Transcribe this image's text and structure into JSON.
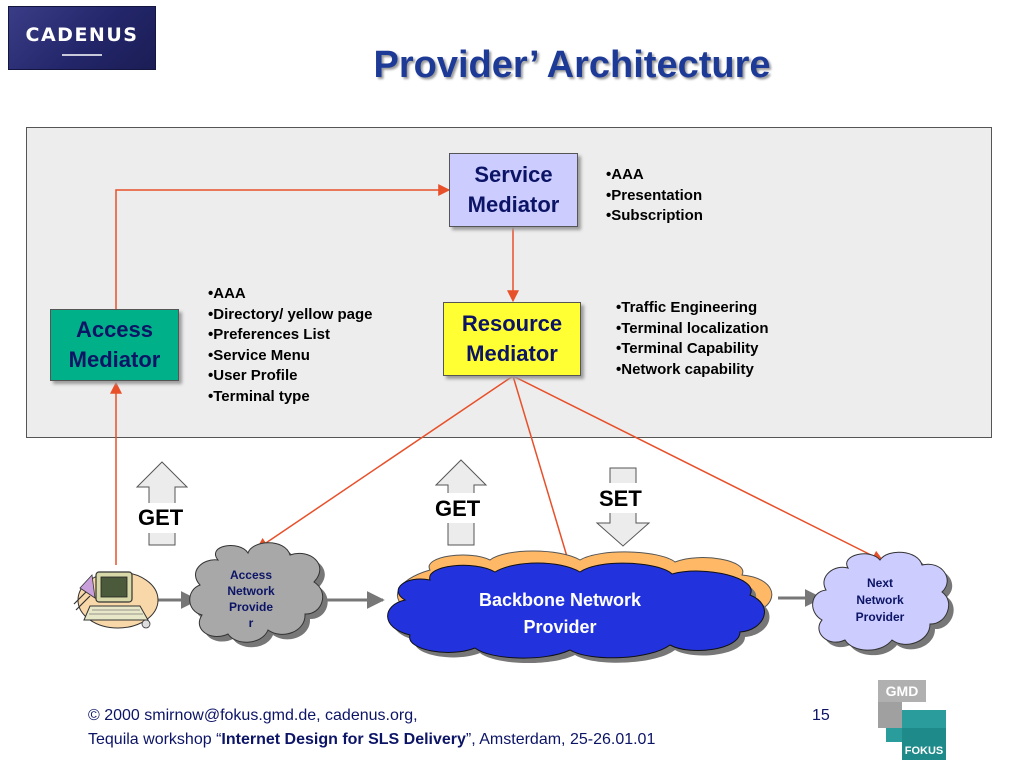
{
  "logo": {
    "text": "CADENUS"
  },
  "title": "Provider’ Architecture",
  "mediators": {
    "service": {
      "label": "Service\nMediator",
      "items": [
        "•AAA",
        "•Presentation",
        "•Subscription"
      ]
    },
    "resource": {
      "label": "Resource\nMediator",
      "items": [
        "•Traffic Engineering",
        "•Terminal localization",
        "•Terminal Capability",
        "•Network capability"
      ]
    },
    "access": {
      "label": "Access\nMediator",
      "items": [
        "•AAA",
        "•Directory/ yellow page",
        "•Preferences List",
        "•Service Menu",
        "•User Profile",
        "•Terminal type"
      ]
    }
  },
  "operations": {
    "get_left": "GET",
    "get_middle": "GET",
    "set": "SET"
  },
  "networks": {
    "access": [
      "Access",
      "Network",
      "Provide",
      "r"
    ],
    "backbone": [
      "Backbone Network",
      "Provider"
    ],
    "next": [
      "Next",
      "Network",
      "Provider"
    ]
  },
  "footer": {
    "copyright": "© 2000 smirnow@fokus.gmd.de, cadenus.org,",
    "page": "15",
    "line2_prefix": "Tequila workshop “",
    "line2_bold": "Internet Design for SLS Delivery",
    "line2_suffix": "”, Amsterdam, 25-26.01.01"
  },
  "logo_gmd": {
    "top": "GMD",
    "bottom": "FOKUS"
  },
  "colors": {
    "title": "#1d3a97",
    "arrow_red": "#e8502a",
    "service_box": "#ccccff",
    "resource_box": "#ffff33",
    "access_box": "#00b088",
    "backbone_cloud": "#2233dd",
    "backbone_back_cloud": "#ffb866",
    "next_cloud": "#ccccff",
    "access_cloud": "#a8a8a8"
  }
}
